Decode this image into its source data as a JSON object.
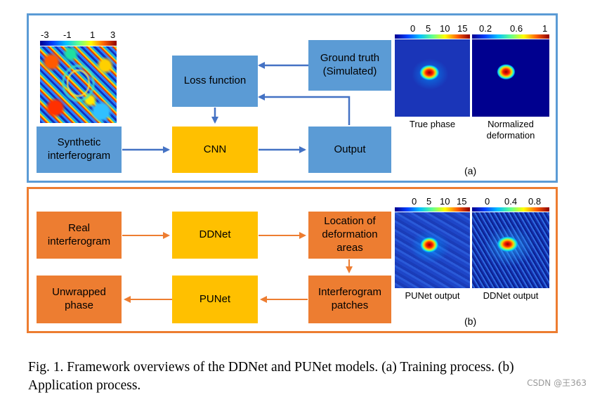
{
  "panel_a": {
    "label": "(a)",
    "input_colorbar_ticks": [
      "-3",
      "-1",
      "1",
      "3"
    ],
    "boxes": {
      "synthetic": "Synthetic\ninterferogram",
      "cnn": "CNN",
      "output": "Output",
      "loss": "Loss function",
      "ground_truth": "Ground truth\n(Simulated)"
    },
    "maps": [
      {
        "caption": "True phase",
        "ticks": [
          "0",
          "5",
          "10",
          "15"
        ]
      },
      {
        "caption": "Normalized\ndeformation",
        "ticks": [
          "0.2",
          "0.6",
          "1"
        ]
      }
    ]
  },
  "panel_b": {
    "label": "(b)",
    "boxes": {
      "real": "Real\ninterferogram",
      "ddnet": "DDNet",
      "location": "Location of\ndeformation\nareas",
      "patches": "Interferogram\npatches",
      "punet": "PUNet",
      "unwrapped": "Unwrapped\nphase"
    },
    "maps": [
      {
        "caption": "PUNet output",
        "ticks": [
          "0",
          "5",
          "10",
          "15"
        ]
      },
      {
        "caption": "DDNet output",
        "ticks": [
          "0",
          "0.4",
          "0.8"
        ]
      }
    ]
  },
  "caption": "Fig. 1.  Framework overviews of the DDNet and PUNet models. (a) Training process. (b) Application process.",
  "watermark": "CSDN @王363",
  "colors": {
    "panel_a_border": "#5b9bd5",
    "panel_b_border": "#ed7d31",
    "blue_box": "#5b9bd5",
    "orange_box": "#ed7d31",
    "yellow_box": "#ffc000",
    "map_bg": "#1f3fbf"
  }
}
